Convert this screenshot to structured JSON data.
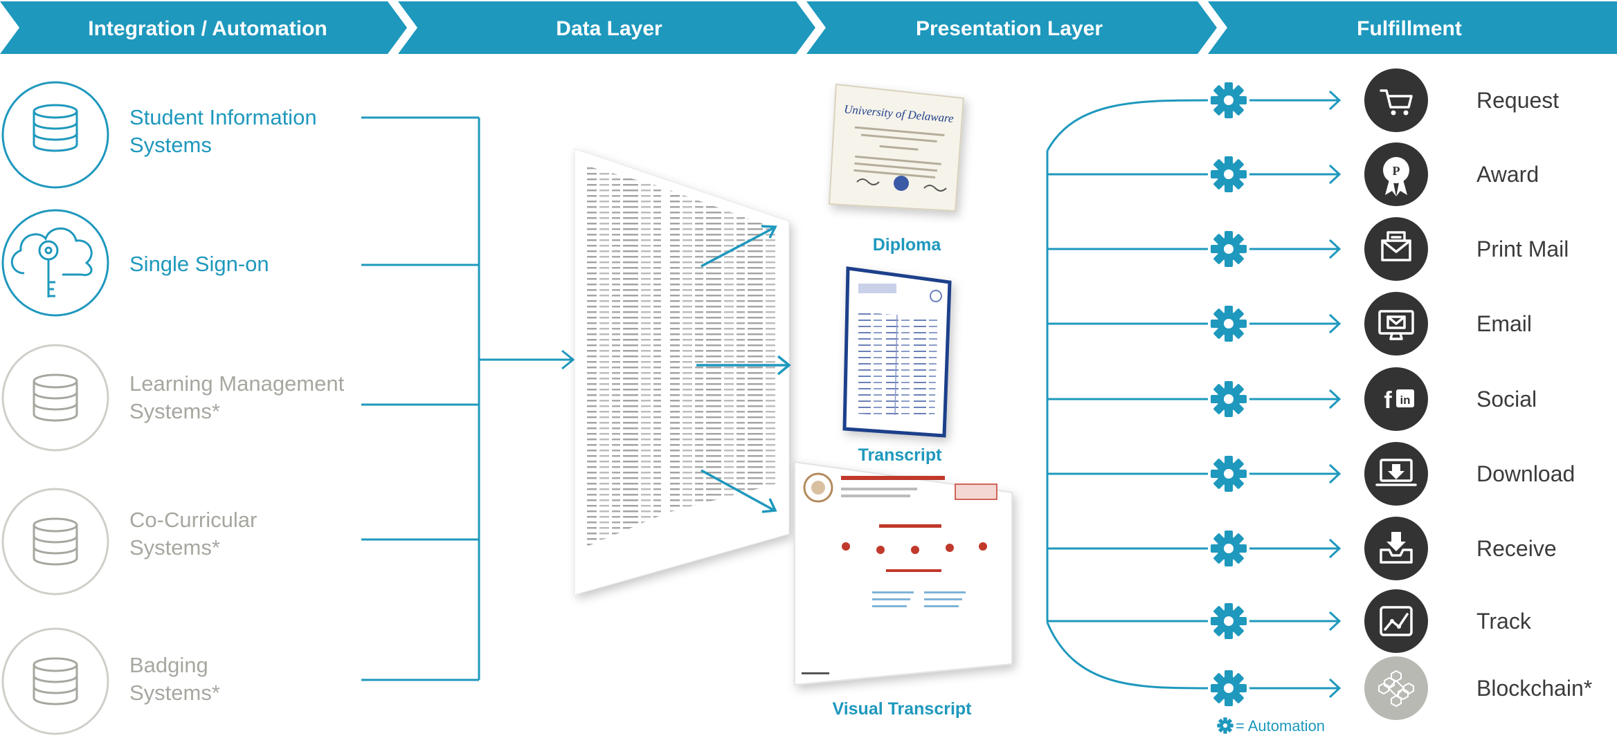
{
  "colors": {
    "accent": "#1e98bd",
    "gray": "#a7a7a0",
    "dark": "#333333",
    "header_bg": "#1e98bd"
  },
  "header": {
    "stages": [
      {
        "label": "Integration / Automation"
      },
      {
        "label": "Data Layer"
      },
      {
        "label": "Presentation Layer"
      },
      {
        "label": "Fulfillment"
      }
    ]
  },
  "sources": [
    {
      "line1": "Student Information",
      "line2": "Systems",
      "icon": "database-icon",
      "active": true
    },
    {
      "line1": "Single Sign-on",
      "line2": "",
      "icon": "cloud-key-icon",
      "active": true
    },
    {
      "line1": "Learning Management",
      "line2": "Systems*",
      "icon": "database-icon",
      "active": false
    },
    {
      "line1": "Co-Curricular",
      "line2": "Systems*",
      "icon": "database-icon",
      "active": false
    },
    {
      "line1": "Badging",
      "line2": "Systems*",
      "icon": "database-icon",
      "active": false
    }
  ],
  "documents": [
    {
      "label": "Diploma"
    },
    {
      "label": "Transcript"
    },
    {
      "label": "Visual Transcript"
    }
  ],
  "diploma": {
    "seal_text": "University of Delaware"
  },
  "fulfillment": [
    {
      "label": "Request",
      "icon": "cart-icon",
      "active": true
    },
    {
      "label": "Award",
      "icon": "award-ribbon-icon",
      "active": true
    },
    {
      "label": "Print Mail",
      "icon": "envelope-icon",
      "active": true
    },
    {
      "label": "Email",
      "icon": "monitor-mail-icon",
      "active": true
    },
    {
      "label": "Social",
      "icon": "social-icon",
      "active": true
    },
    {
      "label": "Download",
      "icon": "download-icon",
      "active": true
    },
    {
      "label": "Receive",
      "icon": "inbox-icon",
      "active": true
    },
    {
      "label": "Track",
      "icon": "track-chart-icon",
      "active": true
    },
    {
      "label": "Blockchain*",
      "icon": "blockchain-cubes-icon",
      "active": false
    }
  ],
  "social_glyphs": {
    "facebook": "f",
    "linkedin": "in"
  },
  "legend": {
    "text": "= Automation",
    "icon": "gear-icon"
  }
}
